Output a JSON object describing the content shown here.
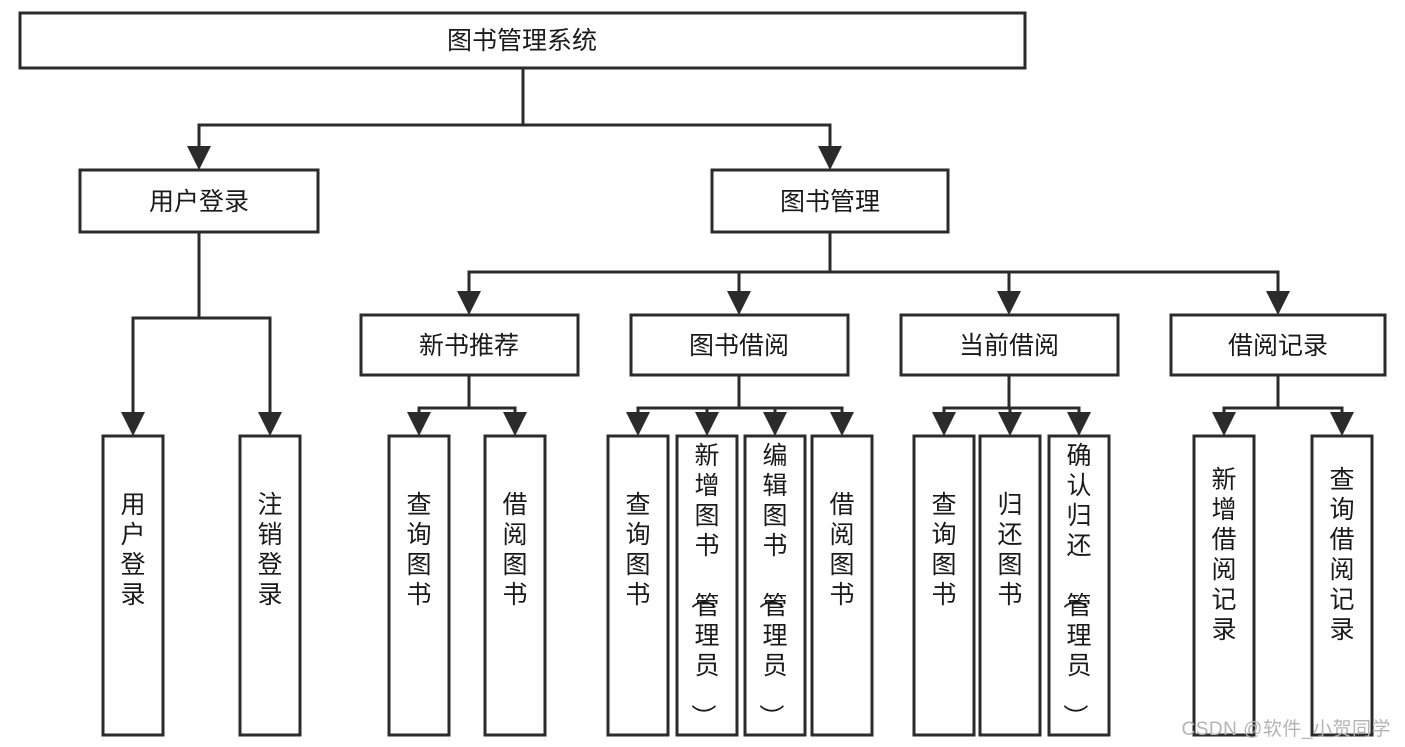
{
  "diagram": {
    "type": "tree-hierarchy-chart",
    "title": "图书管理系统",
    "watermark": "CSDN @软件_小贺同学",
    "colors": {
      "stroke": "#2b2b2b",
      "fill": "#ffffff",
      "text": "#1a1a1a",
      "watermark": "#b4b4b4",
      "background": "#ffffff"
    },
    "levels": {
      "level0": [
        {
          "id": "root",
          "label": "图书管理系统",
          "orientation": "horizontal"
        }
      ],
      "level1": [
        {
          "id": "user-login",
          "label": "用户登录",
          "orientation": "horizontal",
          "parent": "root"
        },
        {
          "id": "book-management",
          "label": "图书管理",
          "orientation": "horizontal",
          "parent": "root"
        }
      ],
      "level2": [
        {
          "id": "new-book-recommend",
          "label": "新书推荐",
          "orientation": "horizontal",
          "parent": "book-management"
        },
        {
          "id": "book-borrow",
          "label": "图书借阅",
          "orientation": "horizontal",
          "parent": "book-management"
        },
        {
          "id": "current-borrow",
          "label": "当前借阅",
          "orientation": "horizontal",
          "parent": "book-management"
        },
        {
          "id": "borrow-record",
          "label": "借阅记录",
          "orientation": "horizontal",
          "parent": "book-management"
        }
      ],
      "level3": [
        {
          "id": "leaf-user-login",
          "label": "用户登录",
          "orientation": "vertical",
          "parent": "user-login"
        },
        {
          "id": "leaf-logout-login",
          "label": "注销登录",
          "orientation": "vertical",
          "parent": "user-login"
        },
        {
          "id": "leaf-query-book-1",
          "label": "查询图书",
          "orientation": "vertical",
          "parent": "new-book-recommend"
        },
        {
          "id": "leaf-borrow-book-1",
          "label": "借阅图书",
          "orientation": "vertical",
          "parent": "new-book-recommend"
        },
        {
          "id": "leaf-query-book-2",
          "label": "查询图书",
          "orientation": "vertical",
          "parent": "book-borrow"
        },
        {
          "id": "leaf-add-book",
          "label": "新增图书（管理员）",
          "orientation": "vertical",
          "parent": "book-borrow"
        },
        {
          "id": "leaf-edit-book",
          "label": "编辑图书（管理员）",
          "orientation": "vertical",
          "parent": "book-borrow"
        },
        {
          "id": "leaf-borrow-book-2",
          "label": "借阅图书",
          "orientation": "vertical",
          "parent": "book-borrow"
        },
        {
          "id": "leaf-query-book-3",
          "label": "查询图书",
          "orientation": "vertical",
          "parent": "current-borrow"
        },
        {
          "id": "leaf-return-book",
          "label": "归还图书",
          "orientation": "vertical",
          "parent": "current-borrow"
        },
        {
          "id": "leaf-confirm-return",
          "label": "确认归还（管理员）",
          "orientation": "vertical",
          "parent": "current-borrow"
        },
        {
          "id": "leaf-add-borrow-record",
          "label": "新增借阅记录",
          "orientation": "vertical",
          "parent": "borrow-record"
        },
        {
          "id": "leaf-query-borrow-record",
          "label": "查询借阅记录",
          "orientation": "vertical",
          "parent": "borrow-record"
        }
      ]
    },
    "nodes": {
      "root": {
        "label": "图书管理系统"
      },
      "user-login": {
        "label": "用户登录"
      },
      "book-management": {
        "label": "图书管理"
      },
      "new-book-recommend": {
        "label": "新书推荐"
      },
      "book-borrow": {
        "label": "图书借阅"
      },
      "current-borrow": {
        "label": "当前借阅"
      },
      "borrow-record": {
        "label": "借阅记录"
      },
      "leaf-user-login": {
        "label": "用户登录"
      },
      "leaf-logout-login": {
        "label": "注销登录"
      },
      "leaf-query-book-1": {
        "label": "查询图书"
      },
      "leaf-borrow-book-1": {
        "label": "借阅图书"
      },
      "leaf-query-book-2": {
        "label": "查询图书"
      },
      "leaf-add-book": {
        "label": "新增图书（管理员）"
      },
      "leaf-edit-book": {
        "label": "编辑图书（管理员）"
      },
      "leaf-borrow-book-2": {
        "label": "借阅图书"
      },
      "leaf-query-book-3": {
        "label": "查询图书"
      },
      "leaf-return-book": {
        "label": "归还图书"
      },
      "leaf-confirm-return": {
        "label": "确认归还（管理员）"
      },
      "leaf-add-borrow-record": {
        "label": "新增借阅记录"
      },
      "leaf-query-borrow-record": {
        "label": "查询借阅记录"
      }
    }
  }
}
